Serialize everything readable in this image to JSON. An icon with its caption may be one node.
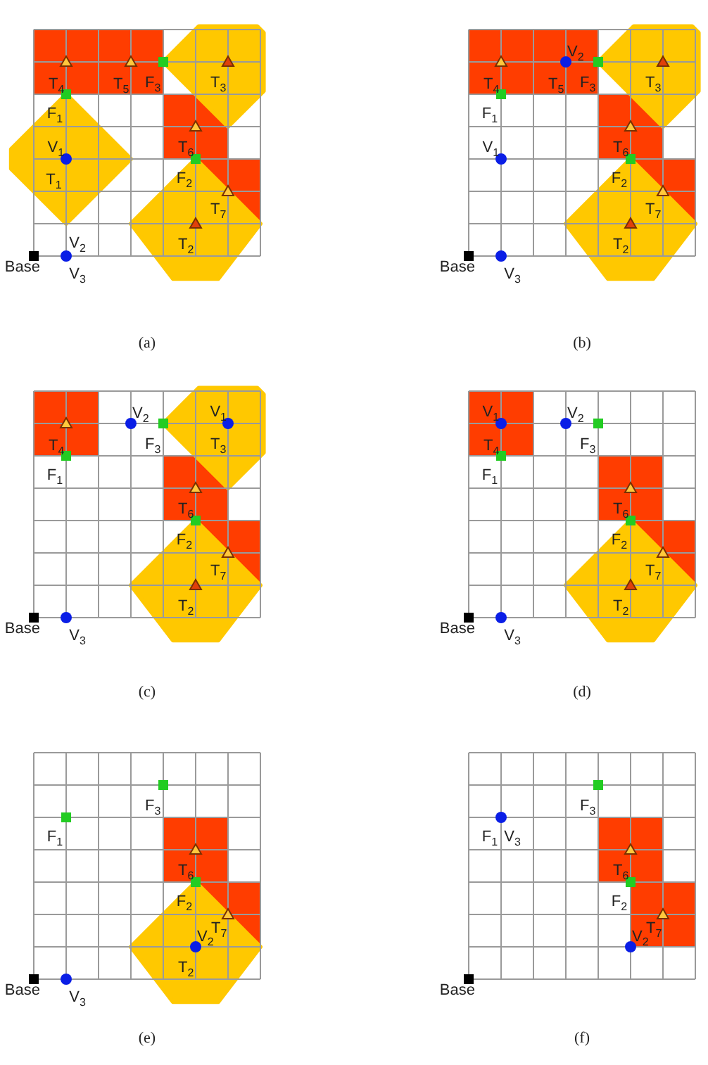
{
  "diagram": {
    "labels": [
      "T$_{4}$",
      "T$_{5}$",
      "F$_{3}$",
      "T$_{3}$",
      "F$_{1}$",
      "V$_{1}$",
      "T$_{6}$",
      "T$_{1}$",
      "F$_{2}$",
      "T$_{7}$",
      "V$_{2}$",
      "T$_{2}$",
      "Base",
      "V$_{3}$",
      "(a)",
      "V$_{2}$",
      "T$_{4}$",
      "T$_{5}$",
      "F$_{3}$",
      "T$_{3}$",
      "F$_{1}$",
      "V$_{1}$",
      "T$_{6}$",
      "F$_{2}$",
      "T$_{7}$",
      "T$_{2}$",
      "Base",
      "V$_{3}$",
      "(b)",
      "V$_{2}$",
      "V$_{1}$",
      "T$_{4}$",
      "F$_{3}$",
      "T$_{3}$",
      "F$_{1}$",
      "T$_{6}$",
      "F$_{2}$",
      "T$_{7}$",
      "T$_{2}$",
      "Base",
      "V$_{3}$",
      "(c)",
      "V$_{1}$",
      "V$_{2}$",
      "T$_{4}$",
      "F$_{3}$",
      "F$_{1}$",
      "T$_{6}$",
      "F$_{2}$",
      "T$_{7}$",
      "T$_{2}$",
      "Base",
      "V$_{3}$",
      "(d)",
      "F$_{3}$",
      "F$_{1}$",
      "T$_{6}$",
      "F$_{2}$",
      "V$_{2}$",
      "T$_{7}$",
      "T$_{2}$",
      "Base",
      "V$_{3}$",
      "(e)",
      "F$_{3}$",
      "F$_{1}$",
      "V$_{3}$",
      "T$_{6}$",
      "F$_{2}$",
      "V$_{2}$",
      "T$_{7}$",
      "Base",
      "(f)"
    ]
  }
}
